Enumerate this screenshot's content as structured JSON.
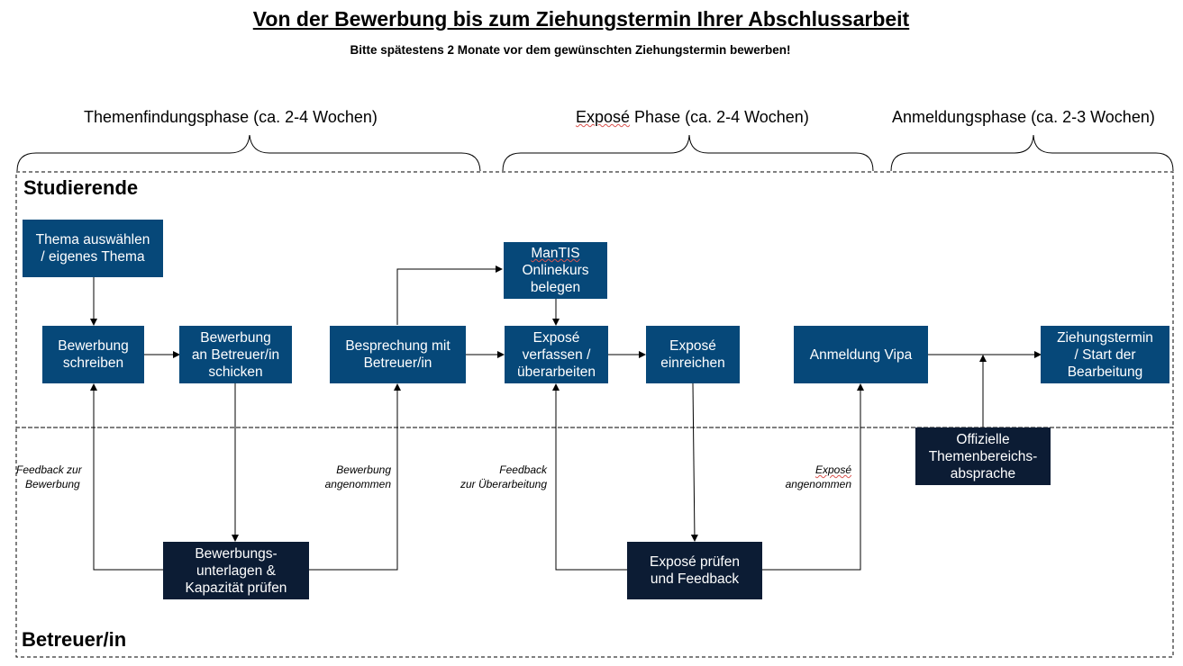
{
  "title": "Von der Bewerbung bis zum Ziehungstermin Ihrer Abschlussarbeit",
  "subtitle": "Bitte spätestens 2 Monate vor dem gewünschten Ziehungstermin bewerben!",
  "phases": [
    {
      "label": "Themenfindungsphase (ca. 2-4 Wochen)"
    },
    {
      "label": "Exposé Phase (ca. 2-4 Wochen)"
    },
    {
      "label": "Anmeldungsphase (ca. 2-3 Wochen)"
    }
  ],
  "lanes": {
    "top": "Studierende",
    "bottom": "Betreuer/in"
  },
  "boxes": {
    "thema": [
      "Thema auswählen",
      "/ eigenes Thema"
    ],
    "bewerbung_schreiben": [
      "Bewerbung",
      "schreiben"
    ],
    "bewerbung_schicken": [
      "Bewerbung",
      "an Betreuer/in",
      "schicken"
    ],
    "besprechung": [
      "Besprechung mit",
      "Betreuer/in"
    ],
    "mantis": [
      "ManTIS",
      "Onlinekurs",
      "belegen"
    ],
    "expose_verfassen": [
      "Exposé",
      "verfassen /",
      "überarbeiten"
    ],
    "expose_einreichen": [
      "Exposé",
      "einreichen"
    ],
    "anmeldung_vipa": [
      "Anmeldung Vipa"
    ],
    "ziehungstermin": [
      "Ziehungstermin",
      "/ Start der",
      "Bearbeitung"
    ],
    "themenbereich": [
      "Offizielle",
      "Themenbereichs-",
      "absprache"
    ],
    "unterlagen_pruefen": [
      "Bewerbungs-",
      "unterlagen &",
      "Kapazität prüfen"
    ],
    "expose_pruefen": [
      "Exposé prüfen",
      "und Feedback"
    ]
  },
  "notes": {
    "feedback_bewerbung": [
      "Feedback zur",
      "Bewerbung"
    ],
    "bewerbung_angenommen": [
      "Bewerbung",
      "angenommen"
    ],
    "feedback_ueberarbeitung": [
      "Feedback",
      "zur Überarbeitung"
    ],
    "expose_angenommen": [
      "Exposé",
      "angenommen"
    ]
  },
  "colors": {
    "student_box": "#064879",
    "supervisor_box": "#0c1c34"
  }
}
